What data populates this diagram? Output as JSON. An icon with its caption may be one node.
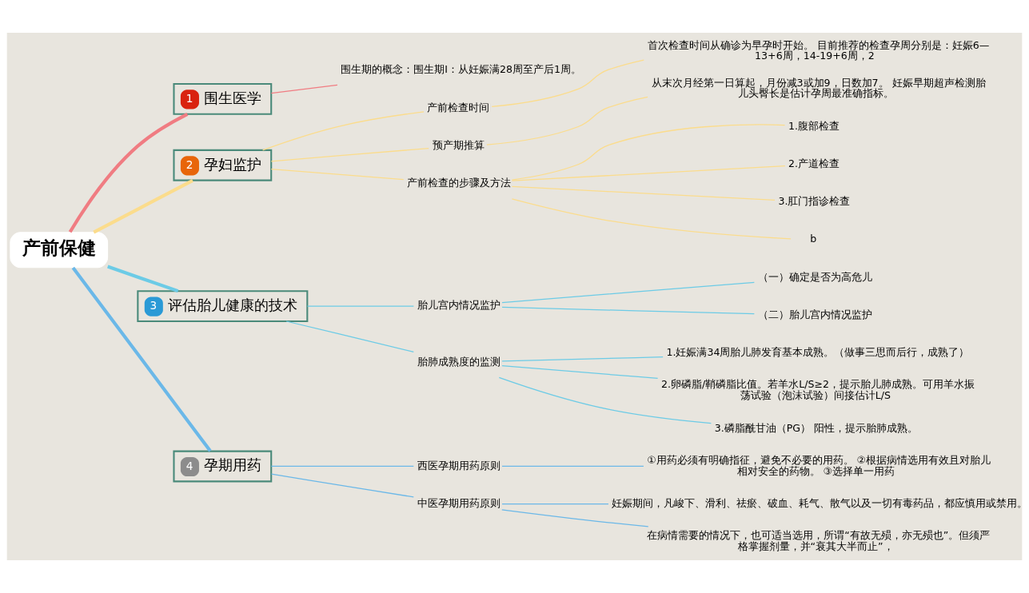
{
  "diagram": {
    "nodes": [
      {
        "text": [
          "产前保健"
        ]
      },
      {
        "text": [
          "1",
          "围生医学"
        ]
      },
      {
        "text": [
          "围生期的概念：围生期Ⅰ：从妊娠满28周至产后1周。"
        ]
      },
      {
        "text": [
          "2",
          "孕妇监护"
        ]
      },
      {
        "text": [
          "产前检查时间"
        ]
      },
      {
        "text": [
          "首次检查时间从确诊为早孕时开始。 目前推荐的检查孕周分别是：妊娠6—13+6周，14-19+6周，2"
        ]
      },
      {
        "text": [
          "预产期推算"
        ]
      },
      {
        "text": [
          "从末次月经第一日算起，月份减3或加9，日数加7。 妊娠早期超声检测胎儿头臀长是估计孕周最准确指标。"
        ]
      },
      {
        "text": [
          "产前检查的步骤及方法"
        ]
      },
      {
        "text": [
          "1.腹部检查"
        ]
      },
      {
        "text": [
          "2.产道检查"
        ]
      },
      {
        "text": [
          "3.肛门指诊检查"
        ]
      },
      {
        "text": [
          "b"
        ]
      },
      {
        "text": [
          "3",
          "评估胎儿健康的技术"
        ]
      },
      {
        "text": [
          "胎儿宫内情况监护"
        ]
      },
      {
        "text": [
          "（一）确定是否为高危儿"
        ]
      },
      {
        "text": [
          "（二）胎儿宫内情况监护"
        ]
      },
      {
        "text": [
          "胎肺成熟度的监测"
        ]
      },
      {
        "text": [
          "1.妊娠满34周胎儿肺发育基本成熟。（做事三思而后行，成熟了）"
        ]
      },
      {
        "text": [
          "2.卵磷脂/鞘磷脂比值。若羊水L/S≥2，提示胎儿肺成熟。可用羊水振荡试验（泡沫试验）间接估计L/S"
        ]
      },
      {
        "text": [
          "3.磷脂酰甘油（PG） 阳性，提示胎肺成熟。"
        ]
      },
      {
        "text": [
          "4",
          "孕期用药"
        ]
      },
      {
        "text": [
          "西医孕期用药原则"
        ]
      },
      {
        "text": [
          "①用药必须有明确指征，避免不必要的用药。 ②根据病情选用有效且对胎儿相对安全的药物。 ③选择单一用药"
        ]
      },
      {
        "text": [
          "中医孕期用药原则"
        ]
      },
      {
        "text": [
          "妊娠期间，凡峻下、滑利、祛瘀、破血、耗气、散气以及一切有毒药品，都应慎用或禁用。"
        ]
      },
      {
        "text": [
          "在病情需要的情况下，也可适当选用，所谓“有故无殒，亦无殒也”。但须严格掌握剂量，并“衰其大半而止”，"
        ]
      }
    ],
    "edges": [
      {
        "from": 0,
        "to": 1,
        "arrow": "none",
        "style": "thick",
        "color": "#f07c82"
      },
      {
        "from": 1,
        "to": 2,
        "arrow": "none",
        "color": "#f07c82"
      },
      {
        "from": 0,
        "to": 3,
        "arrow": "none",
        "style": "thick"
      },
      {
        "from": 3,
        "to": 4,
        "arrow": "none"
      },
      {
        "from": 4,
        "to": 5,
        "arrow": "none"
      },
      {
        "from": 3,
        "to": 6,
        "arrow": "none"
      },
      {
        "from": 6,
        "to": 7,
        "arrow": "none"
      },
      {
        "from": 3,
        "to": 8,
        "arrow": "none"
      },
      {
        "from": 8,
        "to": 9,
        "arrow": "none"
      },
      {
        "from": 8,
        "to": 10,
        "arrow": "none"
      },
      {
        "from": 8,
        "to": 11,
        "arrow": "none"
      },
      {
        "from": 8,
        "to": 12,
        "arrow": "none"
      },
      {
        "from": 0,
        "to": 13,
        "arrow": "none",
        "style": "thick",
        "color": "#6ccbe6"
      },
      {
        "from": 13,
        "to": 14,
        "arrow": "none",
        "color": "#6ccbe6"
      },
      {
        "from": 14,
        "to": 15,
        "arrow": "none",
        "color": "#6ccbe6"
      },
      {
        "from": 14,
        "to": 16,
        "arrow": "none",
        "color": "#6ccbe6"
      },
      {
        "from": 13,
        "to": 17,
        "arrow": "none",
        "color": "#6ccbe6"
      },
      {
        "from": 17,
        "to": 18,
        "arrow": "none",
        "color": "#6ccbe6"
      },
      {
        "from": 17,
        "to": 19,
        "arrow": "none",
        "color": "#6ccbe6"
      },
      {
        "from": 17,
        "to": 20,
        "arrow": "none",
        "color": "#6ccbe6"
      },
      {
        "from": 0,
        "to": 21,
        "arrow": "none",
        "style": "thick",
        "color": "#6bb8e8"
      },
      {
        "from": 21,
        "to": 22,
        "arrow": "none",
        "color": "#6bb8e8"
      },
      {
        "from": 22,
        "to": 23,
        "arrow": "none",
        "color": "#6bb8e8"
      },
      {
        "from": 21,
        "to": 24,
        "arrow": "none",
        "color": "#6bb8e8"
      },
      {
        "from": 24,
        "to": 25,
        "arrow": "none",
        "color": "#6bb8e8"
      },
      {
        "from": 24,
        "to": 26,
        "arrow": "none",
        "color": "#6bb8e8"
      }
    ]
  }
}
